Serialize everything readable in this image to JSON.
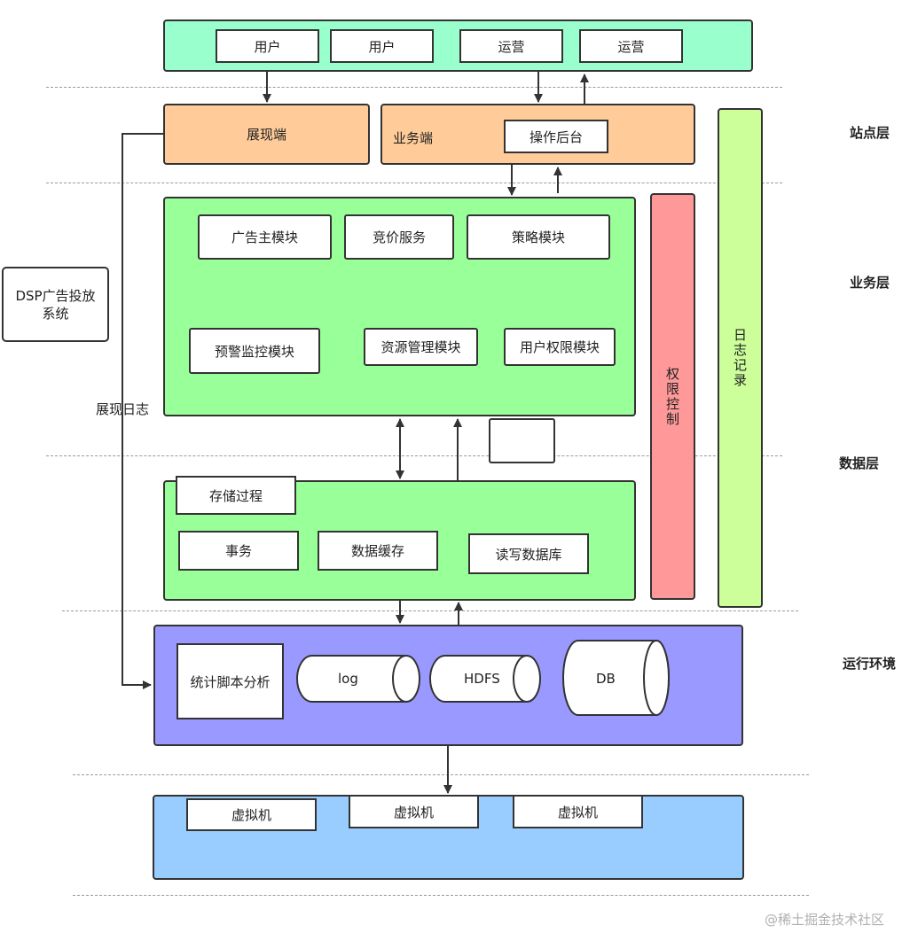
{
  "site": {
    "users": [
      "用户",
      "用户"
    ],
    "operators": [
      "运营",
      "运营"
    ],
    "display_end": "展现端",
    "business_end": "业务端",
    "admin_backend": "操作后台"
  },
  "business": {
    "modules": [
      "广告主模块",
      "竞价服务",
      "策略模块",
      "预警监控模块",
      "资源管理模块",
      "用户权限模块"
    ]
  },
  "data": {
    "stored_procedure": "存储过程",
    "transaction": "事务",
    "data_cache": "数据缓存",
    "rw_database": "读写数据库"
  },
  "runtime": {
    "stats_script": "统计脚本分析",
    "log": "log",
    "hdfs": "HDFS",
    "db": "DB"
  },
  "vms": [
    "虚拟机",
    "虚拟机",
    "虚拟机"
  ],
  "side": {
    "dsp": "DSP广告投放系统",
    "display_log": "展现日志",
    "permission": "权限控制",
    "log_record": "日志记录"
  },
  "layers": [
    "站点层",
    "业务层",
    "数据层",
    "运行环境"
  ],
  "watermark": "@稀土掘金技术社区",
  "colors": {
    "site_panel": "#99ffcc",
    "orange": "#ffcc99",
    "green": "#99ff99",
    "runtime": "#9999ff",
    "vm_panel": "#99ccff",
    "permission": "#ff9999",
    "log_record": "#ccff99"
  }
}
